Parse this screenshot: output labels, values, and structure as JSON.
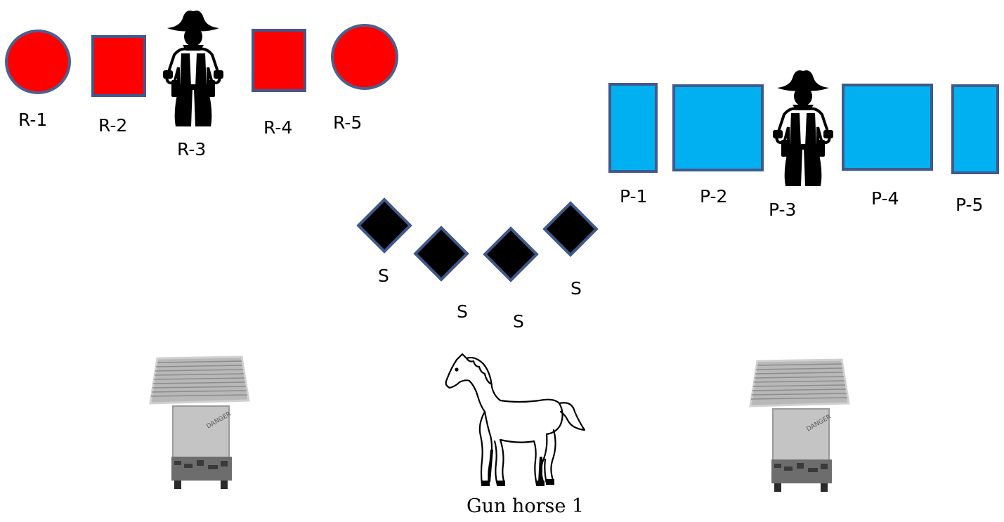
{
  "colors": {
    "red": "#ff0000",
    "blue": "#00b0f0",
    "outline": "#41598c",
    "black": "#000000"
  },
  "red_group": {
    "labels": [
      "R-1",
      "R-2",
      "R-3",
      "R-4",
      "R-5"
    ]
  },
  "blue_group": {
    "labels": [
      "P-1",
      "P-2",
      "P-3",
      "P-4",
      "P-5"
    ]
  },
  "steel_targets": {
    "labels": [
      "S",
      "S",
      "S",
      "S"
    ]
  },
  "horse": {
    "caption": "Gun horse 1"
  },
  "icons": [
    "cowboy-icon",
    "horse-icon",
    "prop-table-icon"
  ]
}
